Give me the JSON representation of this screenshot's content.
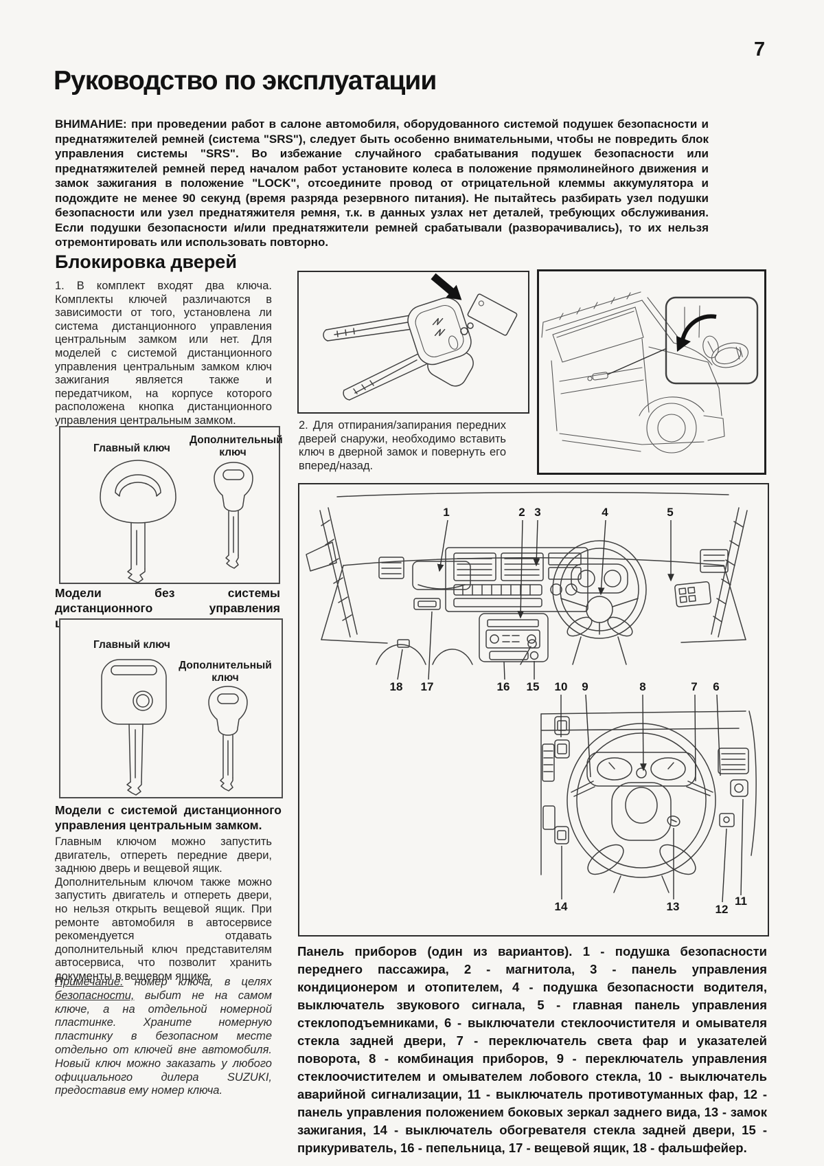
{
  "page": {
    "number": "7"
  },
  "title": "Руководство по эксплуатации",
  "warning": "ВНИМАНИЕ: при проведении работ в салоне автомобиля, оборудованного системой подушек безопасности и преднатяжителей ремней (система \"SRS\"), следует быть особенно внимательными, чтобы не повредить блок управления системы \"SRS\". Во избежание случайного срабатывания подушек безопасности или преднатяжителей ремней перед началом работ установите колеса в положение прямолинейного движения и замок зажигания в положение \"LOCK\", отсоедините провод от отрицательной клеммы аккумулятора и подождите не менее 90 секунд (время разряда резервного питания). Не пытайтесь разбирать узел подушки безопасности или узел преднатяжителя ремня, т.к. в данных узлах нет деталей, требующих обслуживания. Если подушки безопасности и/или преднатяжители ремней срабатывали (разворачивались), то их нельзя отремонтировать или использовать повторно.",
  "section": {
    "heading": "Блокировка дверей",
    "para1": "1. В комплект входят два ключа. Комплекты ключей различаются в зависимости от того, установлена ли система дистанционного управления центральным замком или нет. Для моделей с системой дистанционного управления центральным замком ключ зажигания является также и передатчиком, на корпусе которого расположена кнопка дистанционного управления центральным замком.",
    "para2": "2. Для отпирания/запирания передних дверей снаружи, необходимо вставить ключ в дверной замок и повернуть его вперед/назад.",
    "para_main_key": "Главным ключом можно запустить двигатель, отпереть передние двери, заднюю дверь и вещевой ящик.",
    "para_add_key": "Дополнительным ключом также можно запустить двигатель и отпереть двери, но нельзя открыть вещевой ящик. При ремонте автомобиля в автосервисе рекомендуется отдавать дополнительный ключ представителям автосервиса, что позволит хранить документы в вещевом ящике."
  },
  "note": {
    "label": "Примечание:",
    "t1": " номер ключа, в целях ",
    "u2": "безопасности,",
    "t2": " выбит не на самом ключе, а на отдельной номерной пластинке. Храните номерную пластинку в безопасном месте отдельно от ключей вне автомобиля. Новый ключ можно заказать у любого официального дилера SUZUKI, предоставив ему номер ключа."
  },
  "fig_keys_basic": {
    "label_main": "Главный ключ",
    "label_add": "Дополнительный ключ",
    "caption": "Модели без системы дистанционного управления центральным замком."
  },
  "fig_keys_remote": {
    "label_main": "Главный ключ",
    "label_add": "Дополнительный ключ",
    "caption": "Модели с системой дистанционного управления центральным замком."
  },
  "dashboard": {
    "callouts_top": [
      "1",
      "2",
      "3",
      "4",
      "5"
    ],
    "callouts_mid": [
      "18",
      "17",
      "16",
      "15",
      "10",
      "9",
      "8",
      "7",
      "6"
    ],
    "callouts_bottom": [
      "14",
      "13",
      "12",
      "11"
    ],
    "caption": "Панель приборов (один из вариантов). 1 - подушка безопасности переднего пассажира, 2 - магнитола, 3 - панель управления кондиционером и отопителем, 4 - подушка безопасности водителя, выключатель звукового сигнала, 5 - главная панель управления стеклоподъемниками, 6 - выключатели стеклоочистителя и омывателя стекла задней двери, 7 - переключатель света фар и указателей поворота, 8 - комбинация приборов, 9 - переключатель управления стеклоочистителем и омывателем лобового стекла, 10 - выключатель аварийной сигнализации, 11 - выключатель противотуманных фар, 12 - панель управления положением боковых зеркал заднего вида, 13 - замок зажигания, 14 - выключатель обогревателя стекла задней двери, 15 - прикуриватель, 16 - пепельница, 17 - вещевой ящик, 18 - фальшфейер."
  }
}
